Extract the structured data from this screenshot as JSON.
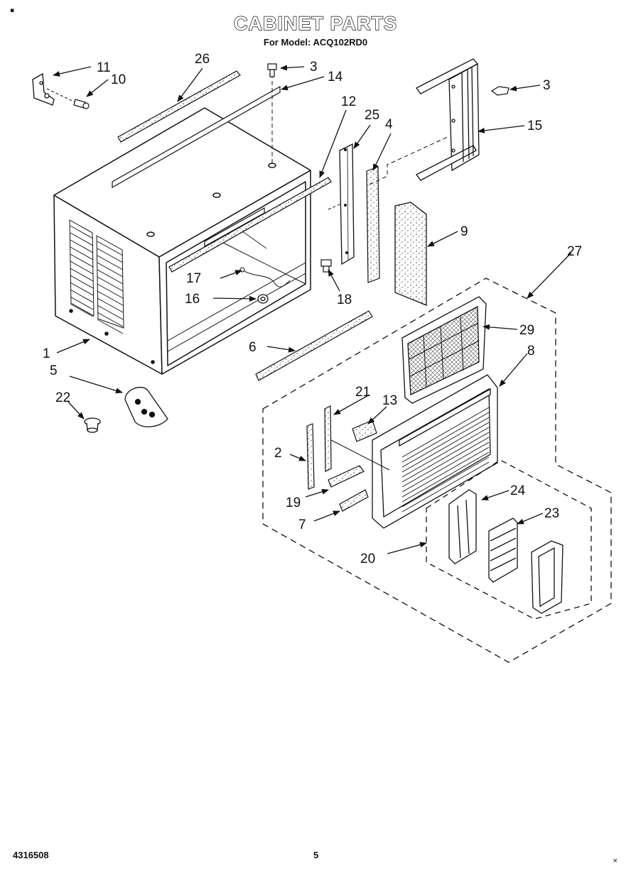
{
  "title": "CABINET PARTS",
  "subtitle": "For Model: ACQ102RD0",
  "footer": {
    "doc_number": "4316508",
    "page_number": "5"
  },
  "corner_marks": {
    "top_left": "▪",
    "bottom_right": "×"
  },
  "callouts": {
    "c1": "1",
    "c2": "2",
    "c3a": "3",
    "c3b": "3",
    "c4": "4",
    "c5": "5",
    "c6": "6",
    "c7": "7",
    "c8": "8",
    "c9": "9",
    "c10": "10",
    "c11": "11",
    "c12": "12",
    "c13": "13",
    "c14": "14",
    "c15": "15",
    "c16": "16",
    "c17": "17",
    "c18": "18",
    "c19": "19",
    "c20": "20",
    "c21": "21",
    "c22": "22",
    "c23": "23",
    "c24": "24",
    "c25": "25",
    "c26": "26",
    "c27": "27",
    "c29": "29"
  }
}
